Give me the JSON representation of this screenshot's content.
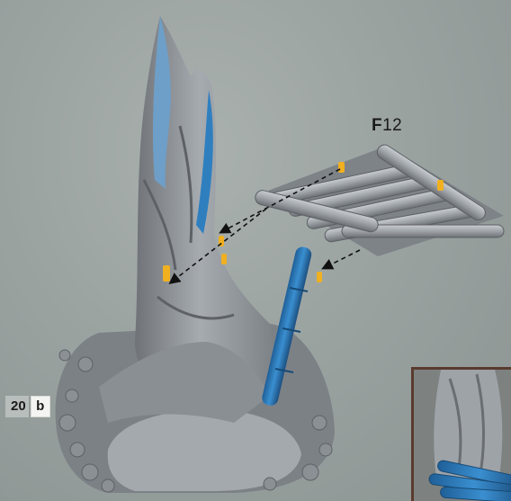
{
  "part": {
    "letter": "F",
    "number": "12"
  },
  "step": {
    "number": "20",
    "sub": "b"
  },
  "colors": {
    "plastic": "#9a9fa3",
    "highlight": "#2f7fbf",
    "glue": "#f0b020",
    "inset_border": "#5a3a2e"
  },
  "icons": [
    "arrow-icon"
  ]
}
